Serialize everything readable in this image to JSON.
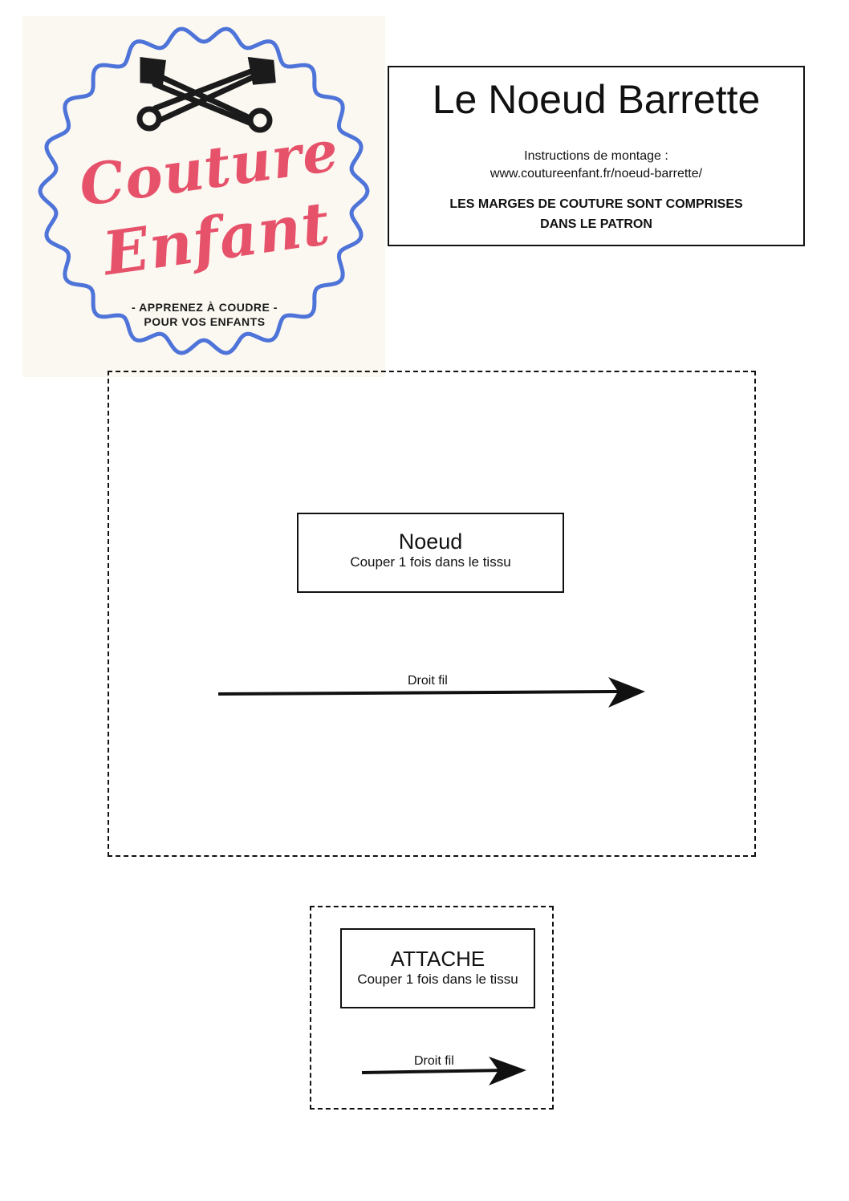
{
  "logo": {
    "word1": "Couture",
    "word2": "Enfant",
    "tagline1": "- APPRENEZ À COUDRE -",
    "tagline2": "POUR VOS ENFANTS",
    "ring_color": "#4f74d9",
    "text_color": "#e7526b",
    "icon": "safety-pins-icon"
  },
  "header": {
    "title": "Le Noeud Barrette",
    "instructions_label": "Instructions de montage :",
    "instructions_url": "www.coutureenfant.fr/noeud-barrette/",
    "note_line1": "LES MARGES DE COUTURE SONT COMPRISES",
    "note_line2": "DANS LE PATRON"
  },
  "pieces": [
    {
      "name": "Noeud",
      "cut": "Couper 1 fois dans le tissu",
      "grain": "Droit fil"
    },
    {
      "name": "ATTACHE",
      "cut": "Couper 1 fois dans le tissu",
      "grain": "Droit fil"
    }
  ]
}
